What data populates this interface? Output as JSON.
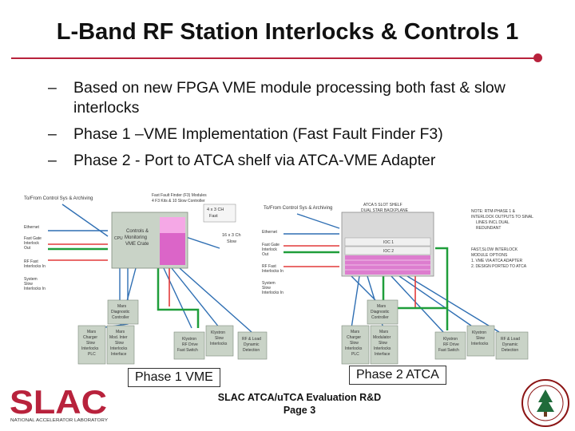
{
  "slide": {
    "title": "L-Band RF Station Interlocks & Controls 1",
    "bullets": [
      "Based on new FPGA VME module processing both fast & slow interlocks",
      "Phase 1 –VME Implementation (Fast Fault Finder F3)",
      "Phase 2 - Port to ATCA shelf via ATCA-VME Adapter"
    ],
    "bullet_marker": "–"
  },
  "diagram_left": {
    "tofrom_control": "To/From Control Sys & Archiving",
    "modules_note_1": "Fast Fault Finder (F3) Modules",
    "modules_note_2": "4 F3 Kits & 10 Slow Controller",
    "fast_label_1": "4 x 3 CH",
    "fast_label_2": "Fast",
    "slow_label_1": "16 x 3 Ch",
    "slow_label_2": "Slow",
    "crate_1": "Controls &",
    "crate_2": "Monitoring",
    "crate_3": "VME Crate",
    "cpu": "CPU",
    "ethernet": "Ethernet",
    "fast_gate_1": "Fast Gate",
    "fast_gate_2": "Interlock",
    "fast_gate_3": "Out",
    "rf_fast_1": "RF Fast",
    "rf_fast_2": "Interlocks In",
    "system_slow_1": "System",
    "system_slow_2": "Slow",
    "system_slow_3": "Interlocks In",
    "mars_diag_1": "Mars",
    "mars_diag_2": "Diagnostic",
    "mars_diag_3": "Controller",
    "boxes": [
      [
        "Mars",
        "Charger",
        "Slow",
        "Interlocks",
        "PLC"
      ],
      [
        "Mars",
        "Mod. Inter",
        "Slow",
        "Interlocks",
        "Interface"
      ],
      [
        "Klystron",
        "RF Drive",
        "Fast Switch"
      ],
      [
        "Klystron",
        "Slow",
        "Interlocks"
      ],
      [
        "RF & Load",
        "Dynamic",
        "Detection"
      ]
    ]
  },
  "diagram_right": {
    "tofrom_control": "To/From Control Sys & Archiving",
    "shelf_1": "ATCA 5 SLOT SHELF",
    "shelf_2": "DUAL STAR BACKPLANE",
    "note_1": [
      "NOTE: RTM-PHASE 1 &",
      "INTERLOCK OUTPUTS TO SINAL",
      "LINES INCL DUAL",
      "REDUNDANT"
    ],
    "ioc_1": "IOC 1",
    "ioc_2": "IOC 2",
    "note_2": [
      "FAST,SLOW INTERLOCK",
      "MODULE OPTIONS",
      "1. VME VIA ATCA ADAPTER",
      "2. DESIGN PORTED TO ATCA"
    ],
    "ethernet": "Ethernet",
    "fast_gate_1": "Fast Gate",
    "fast_gate_2": "Interlock",
    "fast_gate_3": "Out",
    "rf_fast_1": "RF Fast",
    "rf_fast_2": "Interlocks In",
    "system_slow_1": "System",
    "system_slow_2": "Slow",
    "system_slow_3": "Interlocks In",
    "mars_diag_1": "Mars",
    "mars_diag_2": "Diagnostic",
    "mars_diag_3": "Controller",
    "boxes": [
      [
        "Mars",
        "Charger",
        "Slow",
        "Interlocks",
        "PLC"
      ],
      [
        "Mars",
        "Modulator",
        "Slow",
        "Interlocks",
        "Interface"
      ],
      [
        "Klystron",
        "RF Drive",
        "Fast Switch"
      ],
      [
        "Klystron",
        "Slow",
        "Interlocks"
      ],
      [
        "RF & Load",
        "Dynamic",
        "Detection"
      ]
    ]
  },
  "captions": {
    "phase1": "Phase 1 VME",
    "phase2": "Phase 2 ATCA"
  },
  "footer": {
    "line1": "SLAC ATCA/uTCA Evaluation R&D",
    "line2": "Page 3",
    "logo_text": "SLAC",
    "logo_sub": "NATIONAL ACCELERATOR LABORATORY"
  },
  "colors": {
    "accent": "#b8223c",
    "module_gray": "#c9d3c7",
    "magenta": "#e040c8",
    "green": "#1f9e3a",
    "red": "#e23a3a",
    "blue": "#2f6fb3"
  }
}
